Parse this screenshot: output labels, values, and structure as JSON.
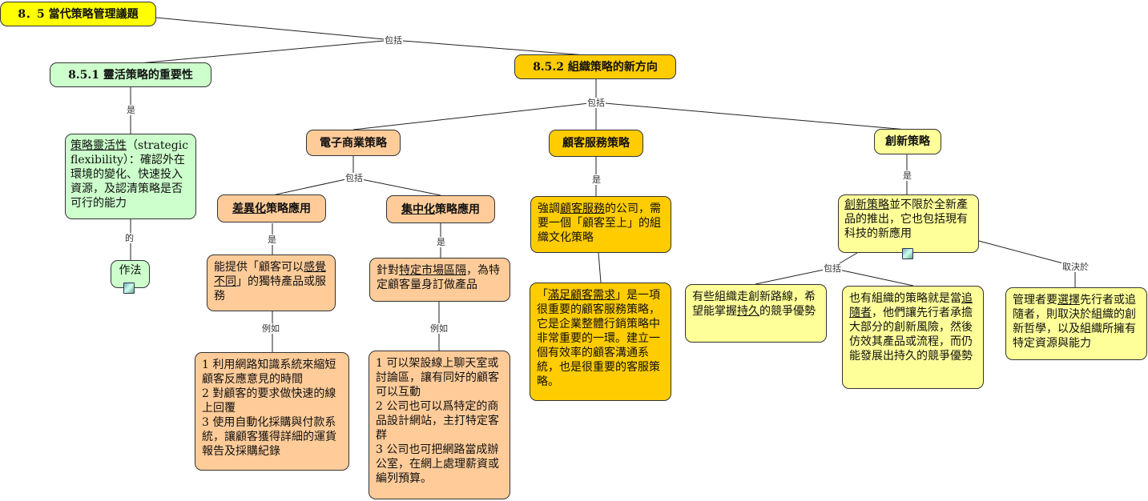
{
  "colors": {
    "root": "#ffff00",
    "flex": "#ccffcc",
    "org": "#ffcc00",
    "sub": "#ffcc99",
    "innov": "#ffff99"
  },
  "icons": {
    "image": "image-icon"
  },
  "root": {
    "title": "8．5  當代策略管理議題"
  },
  "links": {
    "include": "包括",
    "is": "是",
    "of": "的",
    "example": "例如",
    "depends": "取決於"
  },
  "flex": {
    "title": "8.5.1  靈活策略的重要性",
    "def_term": "策略靈活性",
    "def_rest": "（strategic flexibility）：確認外在環境的變化、快速投入資源，及認清策略是否可行的能力",
    "method": "作法"
  },
  "org": {
    "title": "8.5.2  組織策略的新方向",
    "ecommerce": {
      "title": "電子商業策略",
      "diff": {
        "title_term": "差異化",
        "title_rest": "策略應用",
        "desc_pre": "能提供「顧客可以",
        "desc_term": "感覺不同",
        "desc_post": "」的獨特產品或服務",
        "examples": "1 利用網路知識系統來縮短顧客反應意見的時間\n2 對顧客的要求做快速的線上回覆\n3 使用自動化採購與付款系統，讓顧客獲得詳細的運貨報告及採購紀錄"
      },
      "focus": {
        "title_term": "集中化",
        "title_rest": "策略應用",
        "desc_pre": "針對",
        "desc_term": "特定市場區隔",
        "desc_post": "，為特定顧客量身訂做產品",
        "examples": "1 可以架設線上聊天室或討論區，讓有同好的顧客可以互動\n2 公司也可以爲特定的商品設計網站，主打特定客群\n3 公司也可把網路當成辦公室，在網上處理薪資或編列預算。"
      }
    },
    "service": {
      "title": "顧客服務策略",
      "desc_pre": "強調",
      "desc_term": "顧客服務",
      "desc_post": "的公司，需要一個「顧客至上」的組織文化策略",
      "detail_pre": "「",
      "detail_term": "滿足顧客需求",
      "detail_post": "」是一項很重要的顧客服務策略，它是企業整體行銷策略中非常重要的一環。建立一個有效率的顧客溝通系統，也是很重要的客服策略。"
    },
    "innovation": {
      "title": "創新策略",
      "desc_term": "創新策略",
      "desc_rest": "並不限於全新產品的推出，它也包括現有科技的新應用",
      "a_pre": "有些組織走創新路線，希望能掌握",
      "a_term": "持久",
      "a_post": "的競爭優勢",
      "b_pre": "也有組織的策略就是當",
      "b_term": "追隨者",
      "b_post": "，他們讓先行者承擔大部分的創新風險，然後仿效其產品或流程，而仍能發展出持久的競爭優勢",
      "c_pre": "管理者要",
      "c_term": "選擇",
      "c_post": "先行者或追隨者，則取決於組織的創新哲學，以及組織所擁有特定資源與能力"
    }
  }
}
